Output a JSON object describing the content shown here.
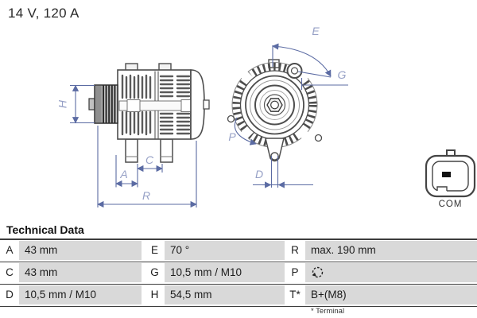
{
  "header": {
    "rating": "14 V, 120 A"
  },
  "diagram": {
    "dimension_labels": {
      "h": "H",
      "a": "A",
      "c": "C",
      "r": "R",
      "e": "E",
      "g": "G",
      "p": "P",
      "d": "D"
    },
    "connector_label": "COM",
    "colors": {
      "dimension_line": "#5b6ba3",
      "dimension_label": "#96a0c6",
      "drawing_line": "#4d4d4d",
      "table_cell_gray": "#d9d9d9"
    }
  },
  "table": {
    "title": "Technical Data",
    "rows": [
      {
        "cells": [
          {
            "label": "A",
            "value": "43 mm"
          },
          {
            "label": "E",
            "value": "70 °"
          },
          {
            "label": "R",
            "value": "max. 190 mm"
          }
        ]
      },
      {
        "cells": [
          {
            "label": "C",
            "value": "43 mm"
          },
          {
            "label": "G",
            "value": "10,5 mm / M10"
          },
          {
            "label": "P",
            "icon": "rotation-direction-icon"
          }
        ]
      },
      {
        "cells": [
          {
            "label": "D",
            "value": "10,5 mm / M10"
          },
          {
            "label": "H",
            "value": "54,5 mm"
          },
          {
            "label": "T*",
            "value": "B+(M8)"
          }
        ]
      }
    ],
    "footnote": "* Terminal"
  }
}
